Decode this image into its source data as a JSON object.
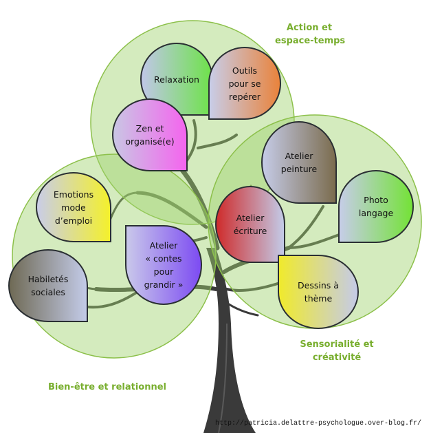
{
  "groups": {
    "action": {
      "line1": "Action et",
      "line2": "espace-temps",
      "color": "#78ae2e"
    },
    "bien_etre": {
      "label": "Bien-être et relationnel",
      "color": "#78ae2e"
    },
    "sensorialite": {
      "line1": "Sensorialité et",
      "line2": "créativité",
      "color": "#78ae2e"
    }
  },
  "bubbles": {
    "relaxation": {
      "lines": [
        "Relaxation"
      ],
      "colors": [
        "#c0c7e8",
        "#6ee24a"
      ]
    },
    "outils": {
      "lines": [
        "Outils",
        "pour se",
        "repérer"
      ],
      "colors": [
        "#c8cde8",
        "#e9833c"
      ]
    },
    "zen": {
      "lines": [
        "Zen et",
        "organisé(e)"
      ],
      "colors": [
        "#c9c6e4",
        "#f465ee"
      ]
    },
    "emotions": {
      "lines": [
        "Emotions",
        "mode",
        "d’emploi"
      ],
      "colors": [
        "#c9cde8",
        "#f4f02c"
      ]
    },
    "contes": {
      "lines": [
        "Atelier",
        "« contes",
        "pour",
        "grandir »"
      ],
      "colors": [
        "#c9c8ea",
        "#7d4cf2"
      ]
    },
    "habiletes": {
      "lines": [
        "Habiletés",
        "sociales"
      ],
      "colors": [
        "#6f6a55",
        "#c3cbe8"
      ]
    },
    "peinture": {
      "lines": [
        "Atelier",
        "peinture"
      ],
      "colors": [
        "#c5cbe7",
        "#7b6c4e"
      ]
    },
    "ecriture": {
      "lines": [
        "Atelier",
        "écriture"
      ],
      "colors": [
        "#cf2c2c",
        "#c3cbe8"
      ]
    },
    "photo": {
      "lines": [
        "Photo",
        "langage"
      ],
      "colors": [
        "#c6cde8",
        "#74e237"
      ]
    },
    "dessins": {
      "lines": [
        "Dessins à",
        "thème"
      ],
      "colors": [
        "#f0ea2c",
        "#c5cbe8"
      ]
    }
  },
  "source_url": "http://patricia.delattre-psychologue.over-blog.fr/"
}
